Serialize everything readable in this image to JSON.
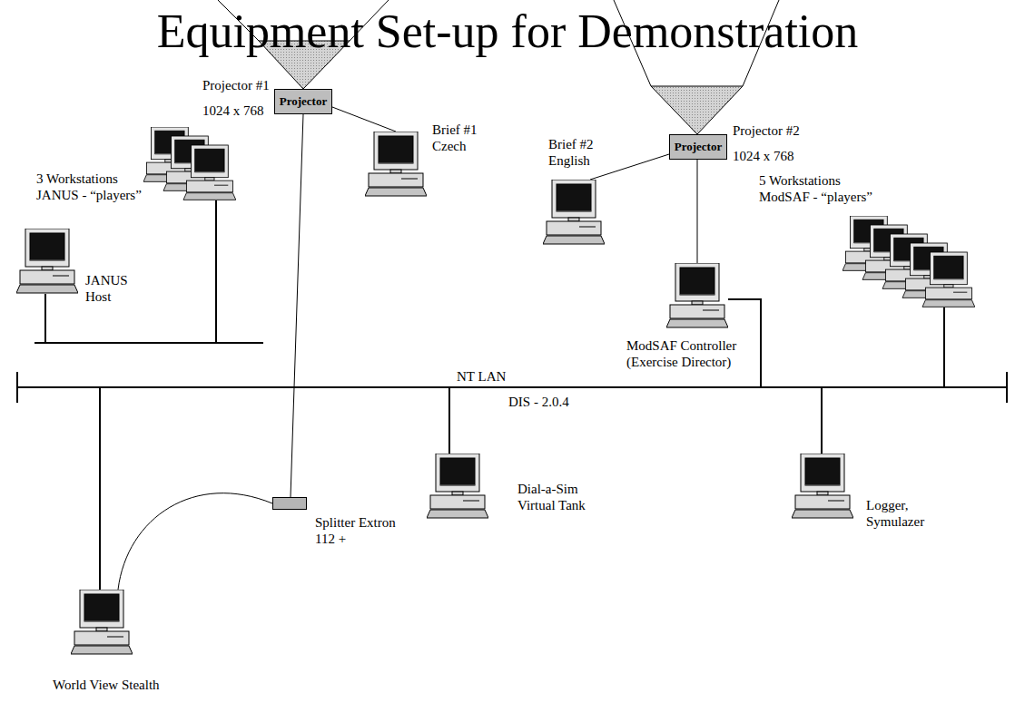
{
  "diagram": {
    "title": "Equipment Set-up for Demonstration",
    "nodes": [
      {
        "text": [
          "Projector #1",
          "1024 x 768",
          "Projector"
        ]
      },
      {
        "text": [
          "Projector #2",
          "1024 x 768",
          "Projector"
        ]
      },
      {
        "text": [
          "3 Workstations JANUS - “players”"
        ]
      },
      {
        "text": [
          "Brief #1 Czech"
        ]
      },
      {
        "text": [
          "Brief #2 English"
        ]
      },
      {
        "text": [
          "5 Workstations ModSAF - “players”"
        ]
      },
      {
        "text": [
          "JANUS Host"
        ]
      },
      {
        "text": [
          "ModSAF Controller (Exercise Director)"
        ]
      },
      {
        "text": [
          "NT LAN",
          "DIS - 2.0.4"
        ]
      },
      {
        "text": [
          "World View Stealth"
        ]
      },
      {
        "text": [
          "Splitter Extron 112 +"
        ]
      },
      {
        "text": [
          "Dial-a-Sim Virtual Tank"
        ]
      },
      {
        "text": [
          "Logger, Symulazer"
        ]
      }
    ],
    "edges": [
      {
        "from": 0,
        "to": 3,
        "arrow": "none"
      },
      {
        "from": 0,
        "to": 10,
        "arrow": "none"
      },
      {
        "from": 1,
        "to": 4,
        "arrow": "none"
      },
      {
        "from": 1,
        "to": 7,
        "arrow": "none"
      },
      {
        "from": 6,
        "to": 2,
        "arrow": "none"
      },
      {
        "from": 7,
        "to": 8,
        "arrow": "none"
      },
      {
        "from": 5,
        "to": 8,
        "arrow": "none"
      },
      {
        "from": 9,
        "to": 8,
        "arrow": "none"
      },
      {
        "from": 10,
        "to": 9,
        "arrow": "none"
      },
      {
        "from": 11,
        "to": 8,
        "arrow": "none"
      },
      {
        "from": 12,
        "to": 8,
        "arrow": "none"
      }
    ]
  }
}
